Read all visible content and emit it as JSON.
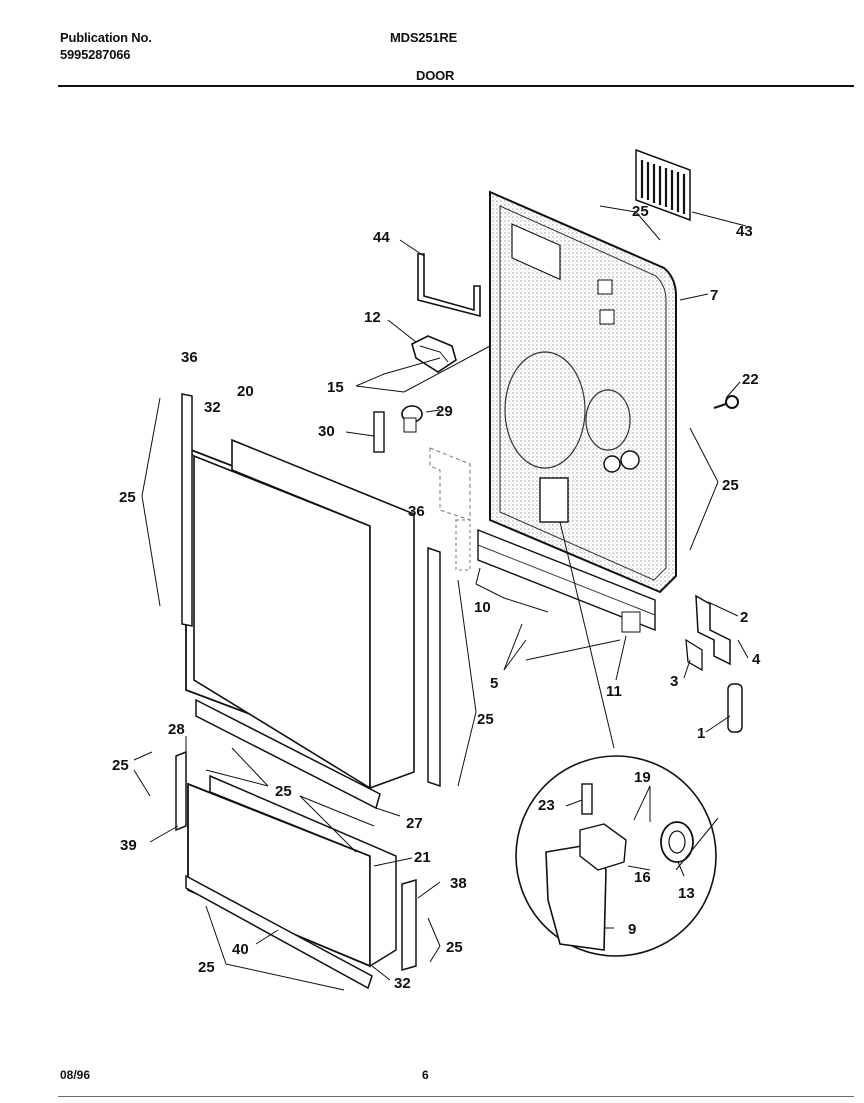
{
  "header": {
    "publication_label": "Publication No.",
    "publication_number": "5995287066",
    "model": "MDS251RE",
    "section_title": "DOOR"
  },
  "footer": {
    "date": "08/96",
    "page": "6"
  },
  "callouts": {
    "c1": "1",
    "c2": "2",
    "c3": "3",
    "c4": "4",
    "c5": "5",
    "c7": "7",
    "c9": "9",
    "c10": "10",
    "c11": "11",
    "c12": "12",
    "c13": "13",
    "c15": "15",
    "c16": "16",
    "c19": "19",
    "c20": "20",
    "c21": "21",
    "c22": "22",
    "c23": "23",
    "c25": "25",
    "c27": "27",
    "c28": "28",
    "c29": "29",
    "c30": "30",
    "c32": "32",
    "c36": "36",
    "c38": "38",
    "c39": "39",
    "c40": "40",
    "c43": "43",
    "c44": "44"
  }
}
